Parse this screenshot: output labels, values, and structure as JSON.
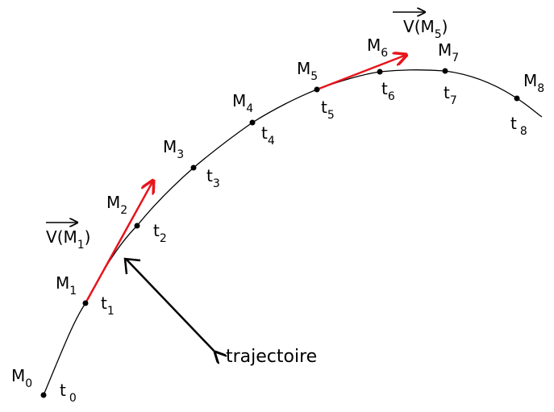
{
  "points": [
    {
      "m": "M",
      "m_sub": "0",
      "t": "t",
      "t_sub": "0"
    },
    {
      "m": "M",
      "m_sub": "1",
      "t": "t",
      "t_sub": "1"
    },
    {
      "m": "M",
      "m_sub": "2",
      "t": "t",
      "t_sub": "2"
    },
    {
      "m": "M",
      "m_sub": "3",
      "t": "t",
      "t_sub": "3"
    },
    {
      "m": "M",
      "m_sub": "4",
      "t": "t",
      "t_sub": "4"
    },
    {
      "m": "M",
      "m_sub": "5",
      "t": "t",
      "t_sub": "5"
    },
    {
      "m": "M",
      "m_sub": "6",
      "t": "t",
      "t_sub": "6"
    },
    {
      "m": "M",
      "m_sub": "7",
      "t": "t",
      "t_sub": "7"
    },
    {
      "m": "M",
      "m_sub": "8",
      "t": "t",
      "t_sub": "8"
    }
  ],
  "vectors": [
    {
      "v": "V",
      "open": "(M",
      "sub": "1",
      "close": ")"
    },
    {
      "v": "V",
      "open": "(M",
      "sub": "5",
      "close": ")"
    }
  ],
  "trajectory_label": "trajectoire",
  "colors": {
    "curve": "#000000",
    "velocity_arrow": "#e8141b",
    "point": "#000000"
  }
}
